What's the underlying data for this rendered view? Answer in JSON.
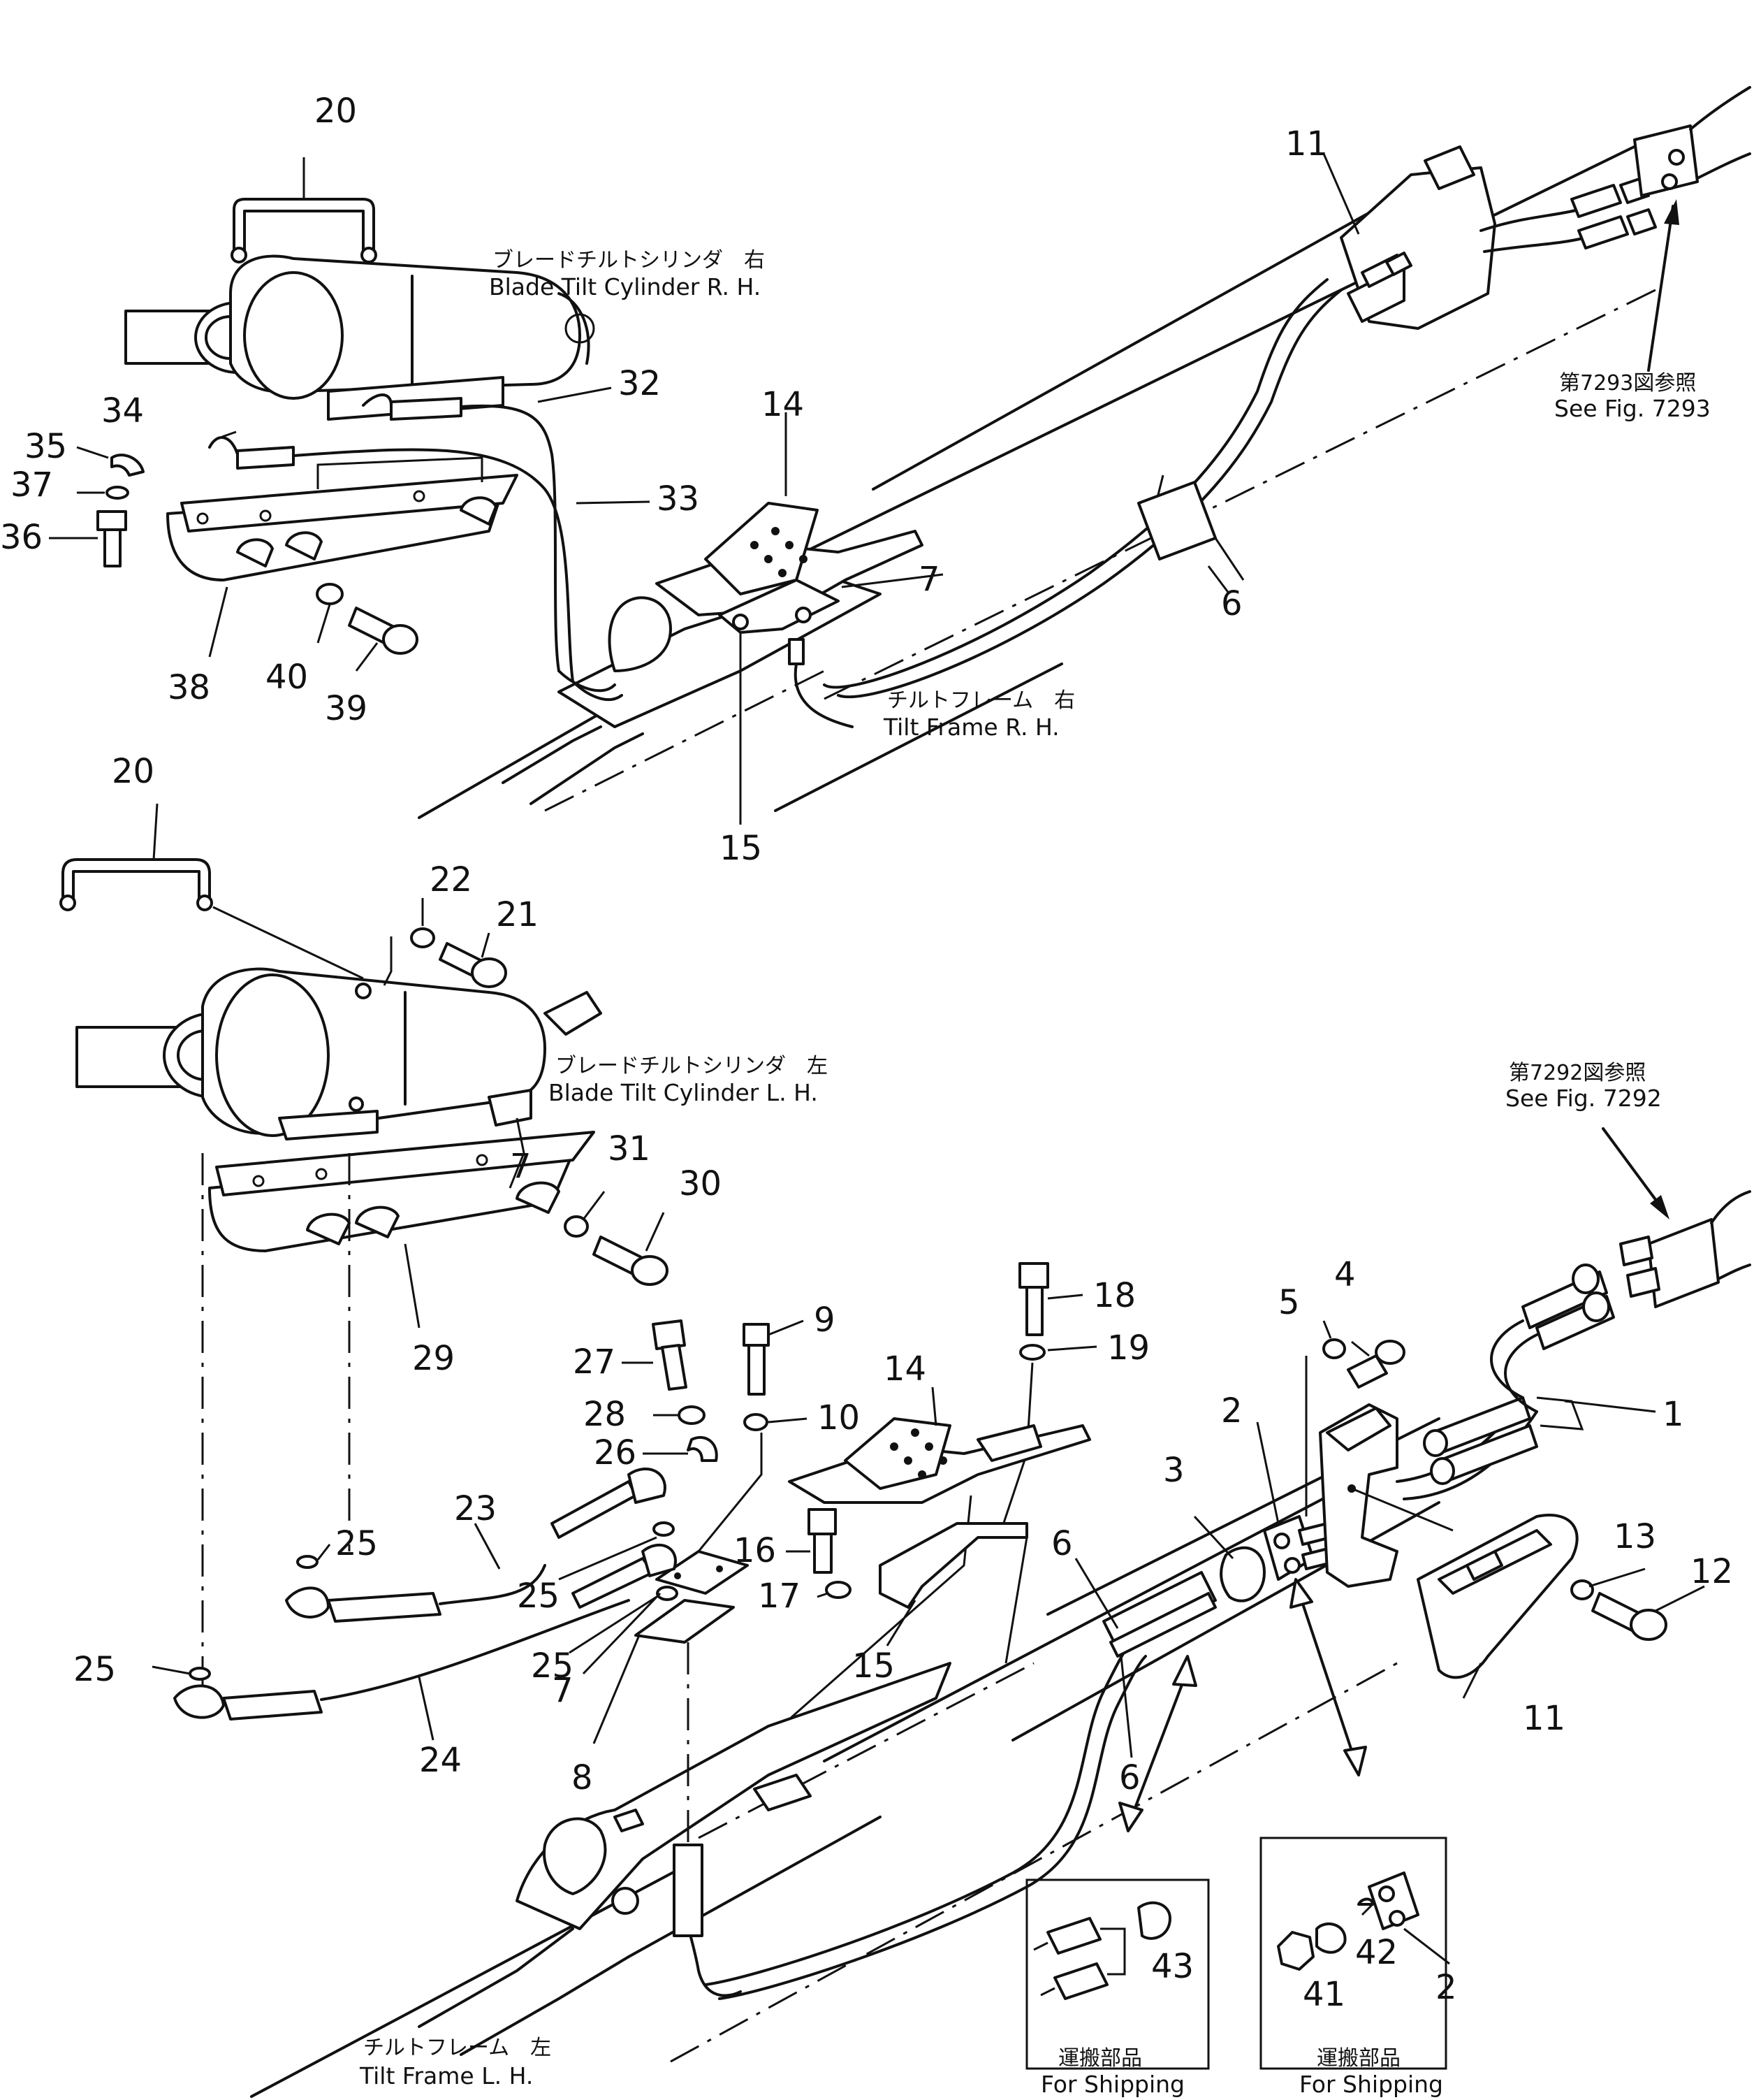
{
  "captions": {
    "cyl_rh_jp": "ブレードチルトシリンダ　右",
    "cyl_rh_en": "Blade  Tilt  Cylinder  R. H.",
    "cyl_lh_jp": "ブレードチルトシリンダ　左",
    "cyl_lh_en": "Blade  Tilt  Cylinder  L. H.",
    "frame_rh_jp": "チルトフレーム　右",
    "frame_rh_en": "Tilt  Frame  R. H.",
    "frame_lh_jp": "チルトフレーム　左",
    "frame_lh_en": "Tilt  Frame  L. H.",
    "ref_7293_jp": "第7293図参照",
    "ref_7293_en": "See  Fig.  7293",
    "ref_7292_jp": "第7292図参照",
    "ref_7292_en": "See  Fig.  7292",
    "ship1_jp": "運搬部品",
    "ship1_en": "For  Shipping",
    "ship2_jp": "運搬部品",
    "ship2_en": "For  Shipping"
  },
  "callouts": {
    "top_20": "20",
    "top_11": "11",
    "top_34": "34",
    "top_32": "32",
    "top_35": "35",
    "top_37": "37",
    "top_33": "33",
    "top_14": "14",
    "top_36": "36",
    "top_7": "7",
    "top_6": "6",
    "top_38": "38",
    "top_40": "40",
    "top_39": "39",
    "top_15": "15",
    "bot_20": "20",
    "bot_22": "22",
    "bot_21": "21",
    "bot_7a": "7",
    "bot_31": "31",
    "bot_30": "30",
    "bot_29": "29",
    "bot_18": "18",
    "bot_27": "27",
    "bot_9": "9",
    "bot_19": "19",
    "bot_14": "14",
    "bot_4": "4",
    "bot_5": "5",
    "bot_28": "28",
    "bot_10": "10",
    "bot_26": "26",
    "bot_1": "1",
    "bot_2a": "2",
    "bot_3": "3",
    "bot_23": "23",
    "bot_13": "13",
    "bot_12": "12",
    "bot_16": "16",
    "bot_25a": "25",
    "bot_6a": "6",
    "bot_25b": "25",
    "bot_17": "17",
    "bot_15": "15",
    "bot_25c": "25",
    "bot_7b": "7",
    "bot_25d": "25",
    "bot_11": "11",
    "bot_24": "24",
    "bot_8": "8",
    "bot_6b": "6",
    "bot_43": "43",
    "bot_42": "42",
    "bot_2b": "2",
    "bot_41": "41"
  }
}
